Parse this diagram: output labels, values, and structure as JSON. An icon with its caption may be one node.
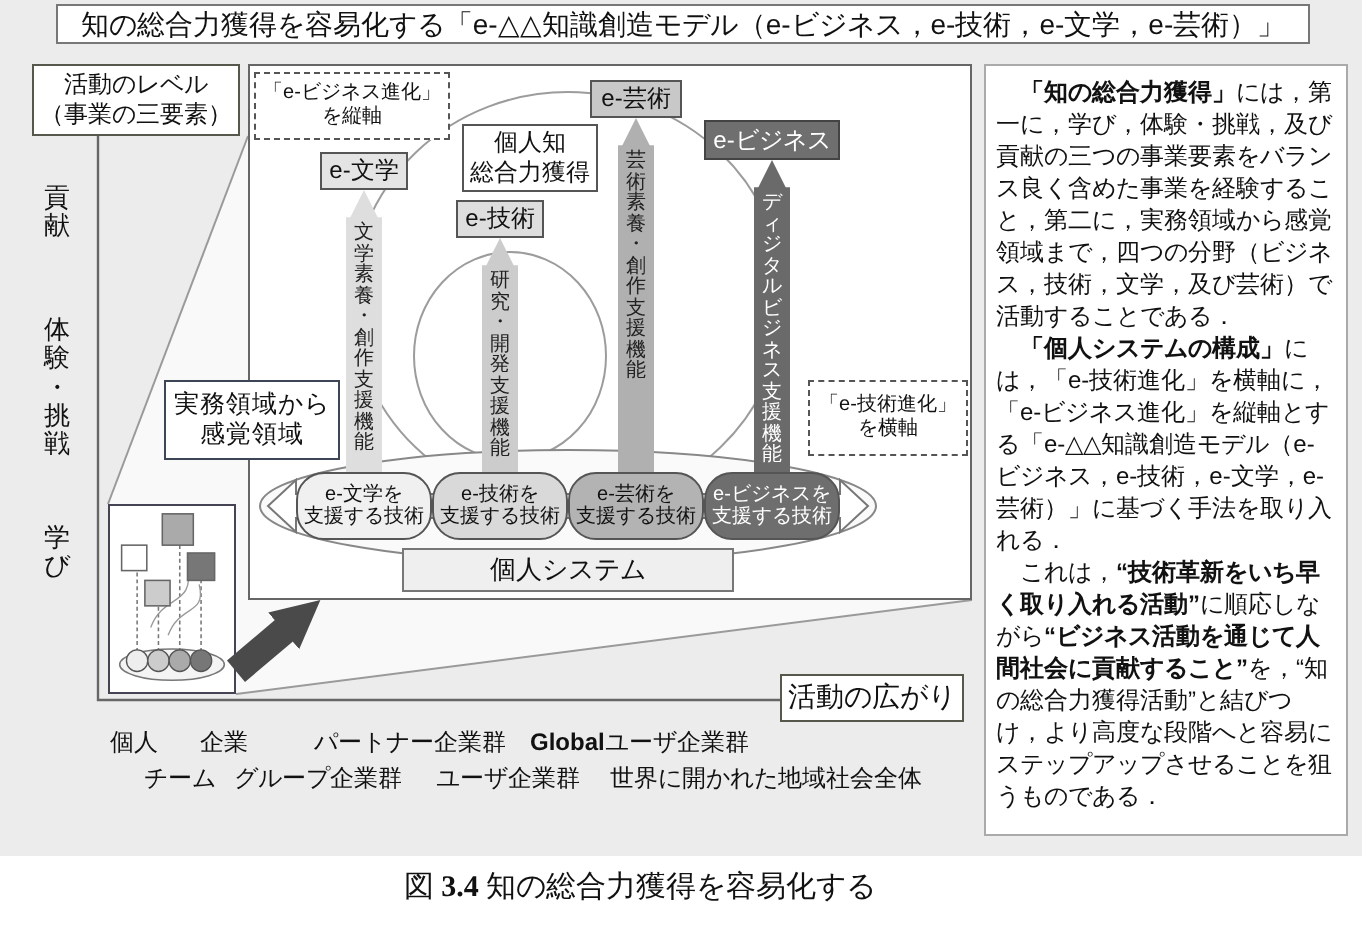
{
  "diagram": {
    "title": "知の総合力獲得を容易化する「e-△△知識創造モデル（e-ビジネス，e-技術，e-文学，e-芸術）」",
    "caption": "図 **3.4** 知の総合力獲得を容易化する",
    "nodes": [
      {
        "text": [
          "活動のレベル（事業の三要素）"
        ]
      },
      {
        "text": [],
        "shape": "box"
      },
      {
        "text": [
          "「e-ビジネス進化」を縦軸"
        ],
        "in": 1
      },
      {
        "text": [
          "e-芸術"
        ],
        "in": 1
      },
      {
        "text": [
          "個人知総合力獲得"
        ],
        "in": 1
      },
      {
        "text": [
          "e-文学"
        ],
        "in": 1
      },
      {
        "text": [
          "e-ビジネス"
        ],
        "in": 1
      },
      {
        "text": [
          "e-技術"
        ],
        "in": 1
      },
      {
        "text": [
          "実務領域から感覚領域"
        ]
      },
      {
        "text": [
          "「e-技術進化」を横軸"
        ],
        "in": 1
      },
      {
        "text": [
          "e-文学を支援する技術"
        ],
        "in": 1
      },
      {
        "text": [
          "e-技術を支援する技術"
        ],
        "in": 1
      },
      {
        "text": [
          "e-芸術を支援する技術"
        ],
        "in": 1
      },
      {
        "text": [
          "e-ビジネスを支援する技術"
        ],
        "in": 1
      },
      {
        "text": [
          "個人システム"
        ],
        "in": 1
      },
      {
        "text": [],
        "shape": "picture"
      },
      {
        "text": [
          "活動の広がり"
        ]
      },
      {
        "text": [
          "**「知の総合力獲得」**には，第一に，学び，体験・挑戦，及び貢献の三つの事業要素をバランス良く含めた事業を経験すること，第二に，実務領域から感覚領域まで，四つの分野（ビジネス，技術，文学，及び芸術）で活動することである．",
          "**「個人システムの構成」**には，「e-技術進化」を横軸に，「e-ビジネス進化」を縦軸とする「e-△△知識創造モデル（e-ビジネス，e-技術，e-文学，e-芸術）」に基づく手法を取り入れる．",
          "これは，**“技術革新をいち早く取り入れる活動”**に順応しながら**“ビジネス活動を通じて人間社会に貢献すること”**を，“知の総合力獲得活動”と結びつけ，より高度な段階へと容易にステップアップさせることを狙うものである．"
        ]
      }
    ],
    "edges": [
      {
        "from": 15,
        "to": 1,
        "arrow": "to",
        "color": "#4a4a4a"
      },
      {
        "from": 10,
        "to": 5,
        "arrow": "to",
        "label": "文学素養・創作支援機能",
        "color": "#dedede"
      },
      {
        "from": 11,
        "to": 7,
        "arrow": "to",
        "label": "研究・開発支援機能",
        "color": "#cccccc"
      },
      {
        "from": 12,
        "to": 3,
        "arrow": "to",
        "label": "芸術素養・創作支援機能",
        "color": "#b0b0b0"
      },
      {
        "from": 13,
        "to": 6,
        "arrow": "to",
        "label": "ディジタルビジネス支援機能",
        "color": "#6a6a6a"
      }
    ],
    "labels": [
      "貢献",
      "体験・挑戦",
      "学び",
      "個人",
      "企業",
      "パートナー企業群",
      "**Global**ユーザ企業群",
      "チーム",
      "グループ企業群",
      "ユーザ企業群",
      "世界に開かれた地域社会全体"
    ]
  }
}
